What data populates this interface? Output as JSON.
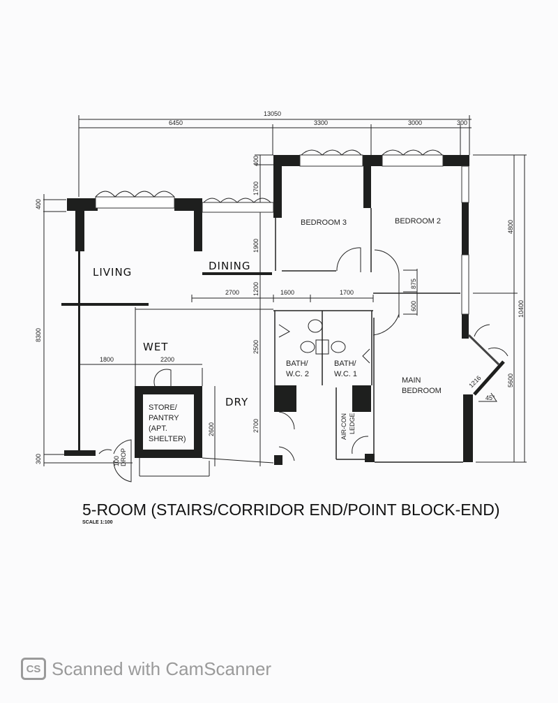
{
  "plan": {
    "title": "5-ROOM (STAIRS/CORRIDOR END/POINT BLOCK-END)",
    "scale": "SCALE 1:100",
    "rooms": {
      "living": "LIVING",
      "dining": "DINING",
      "wet": "WET",
      "dry": "DRY",
      "bedroom3": "BEDROOM 3",
      "bedroom2": "BEDROOM 2",
      "main_bedroom_1": "MAIN",
      "main_bedroom_2": "BEDROOM",
      "bath2_1": "BATH/",
      "bath2_2": "W.C. 2",
      "bath1_1": "BATH/",
      "bath1_2": "W.C. 1",
      "store_1": "STORE/",
      "store_2": "PANTRY",
      "store_3": "(APT.",
      "store_4": "SHELTER)",
      "aircon_1": "AIR-CON",
      "aircon_2": "LEDGE",
      "drop_1": "100",
      "drop_2": "DROP"
    },
    "dimensions": {
      "total_width": "13050",
      "w_6450": "6450",
      "w_3300": "3300",
      "w_3000": "3000",
      "w_300": "300",
      "h_400_left": "400",
      "h_8300": "8300",
      "h_300": "300",
      "h_400_top": "400",
      "h_1700": "1700",
      "h_1900": "1900",
      "h_1200": "1200",
      "h_2500": "2500",
      "h_2700": "2700",
      "h_2600": "2600",
      "w_2700": "2700",
      "w_1600": "1600",
      "w_1700": "1700",
      "w_1800": "1800",
      "w_2200": "2200",
      "h_875": "875",
      "h_600": "600",
      "h_4800": "4800",
      "h_10400": "10400",
      "h_5600": "5600",
      "diag_1216": "1216",
      "angle": "45°"
    }
  },
  "watermark": {
    "logo": "CS",
    "text": "Scanned with CamScanner"
  }
}
